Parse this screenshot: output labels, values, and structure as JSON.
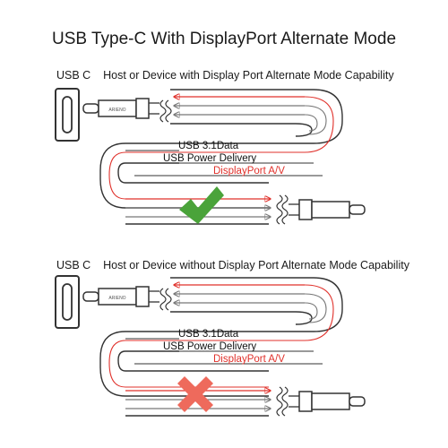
{
  "title": "USB Type-C With DisplayPort Alternate Mode",
  "sections": [
    {
      "connector_label": "USB  C",
      "heading": "Host or Device with Display Port Alternate Mode Capability",
      "signals": {
        "data": "USB 3.1Data",
        "power": "USB Power Delivery",
        "display": "DisplayPort A/V"
      },
      "status": "supported",
      "plug_brand": "ARIENO"
    },
    {
      "connector_label": "USB  C",
      "heading": "Host or Device without Display Port Alternate Mode Capability",
      "signals": {
        "data": "USB 3.1Data",
        "power": "USB Power Delivery",
        "display": "DisplayPort A/V"
      },
      "status": "not-supported",
      "plug_brand": "ARIENO"
    }
  ],
  "colors": {
    "red": "#e0312b",
    "gray": "#8a8a8a",
    "black": "#222222",
    "check": "#4aa33a",
    "cross": "#ee6a5c"
  },
  "icons": [
    "check-icon",
    "cross-icon",
    "usb-c-port-icon",
    "usb-c-plug-icon"
  ]
}
